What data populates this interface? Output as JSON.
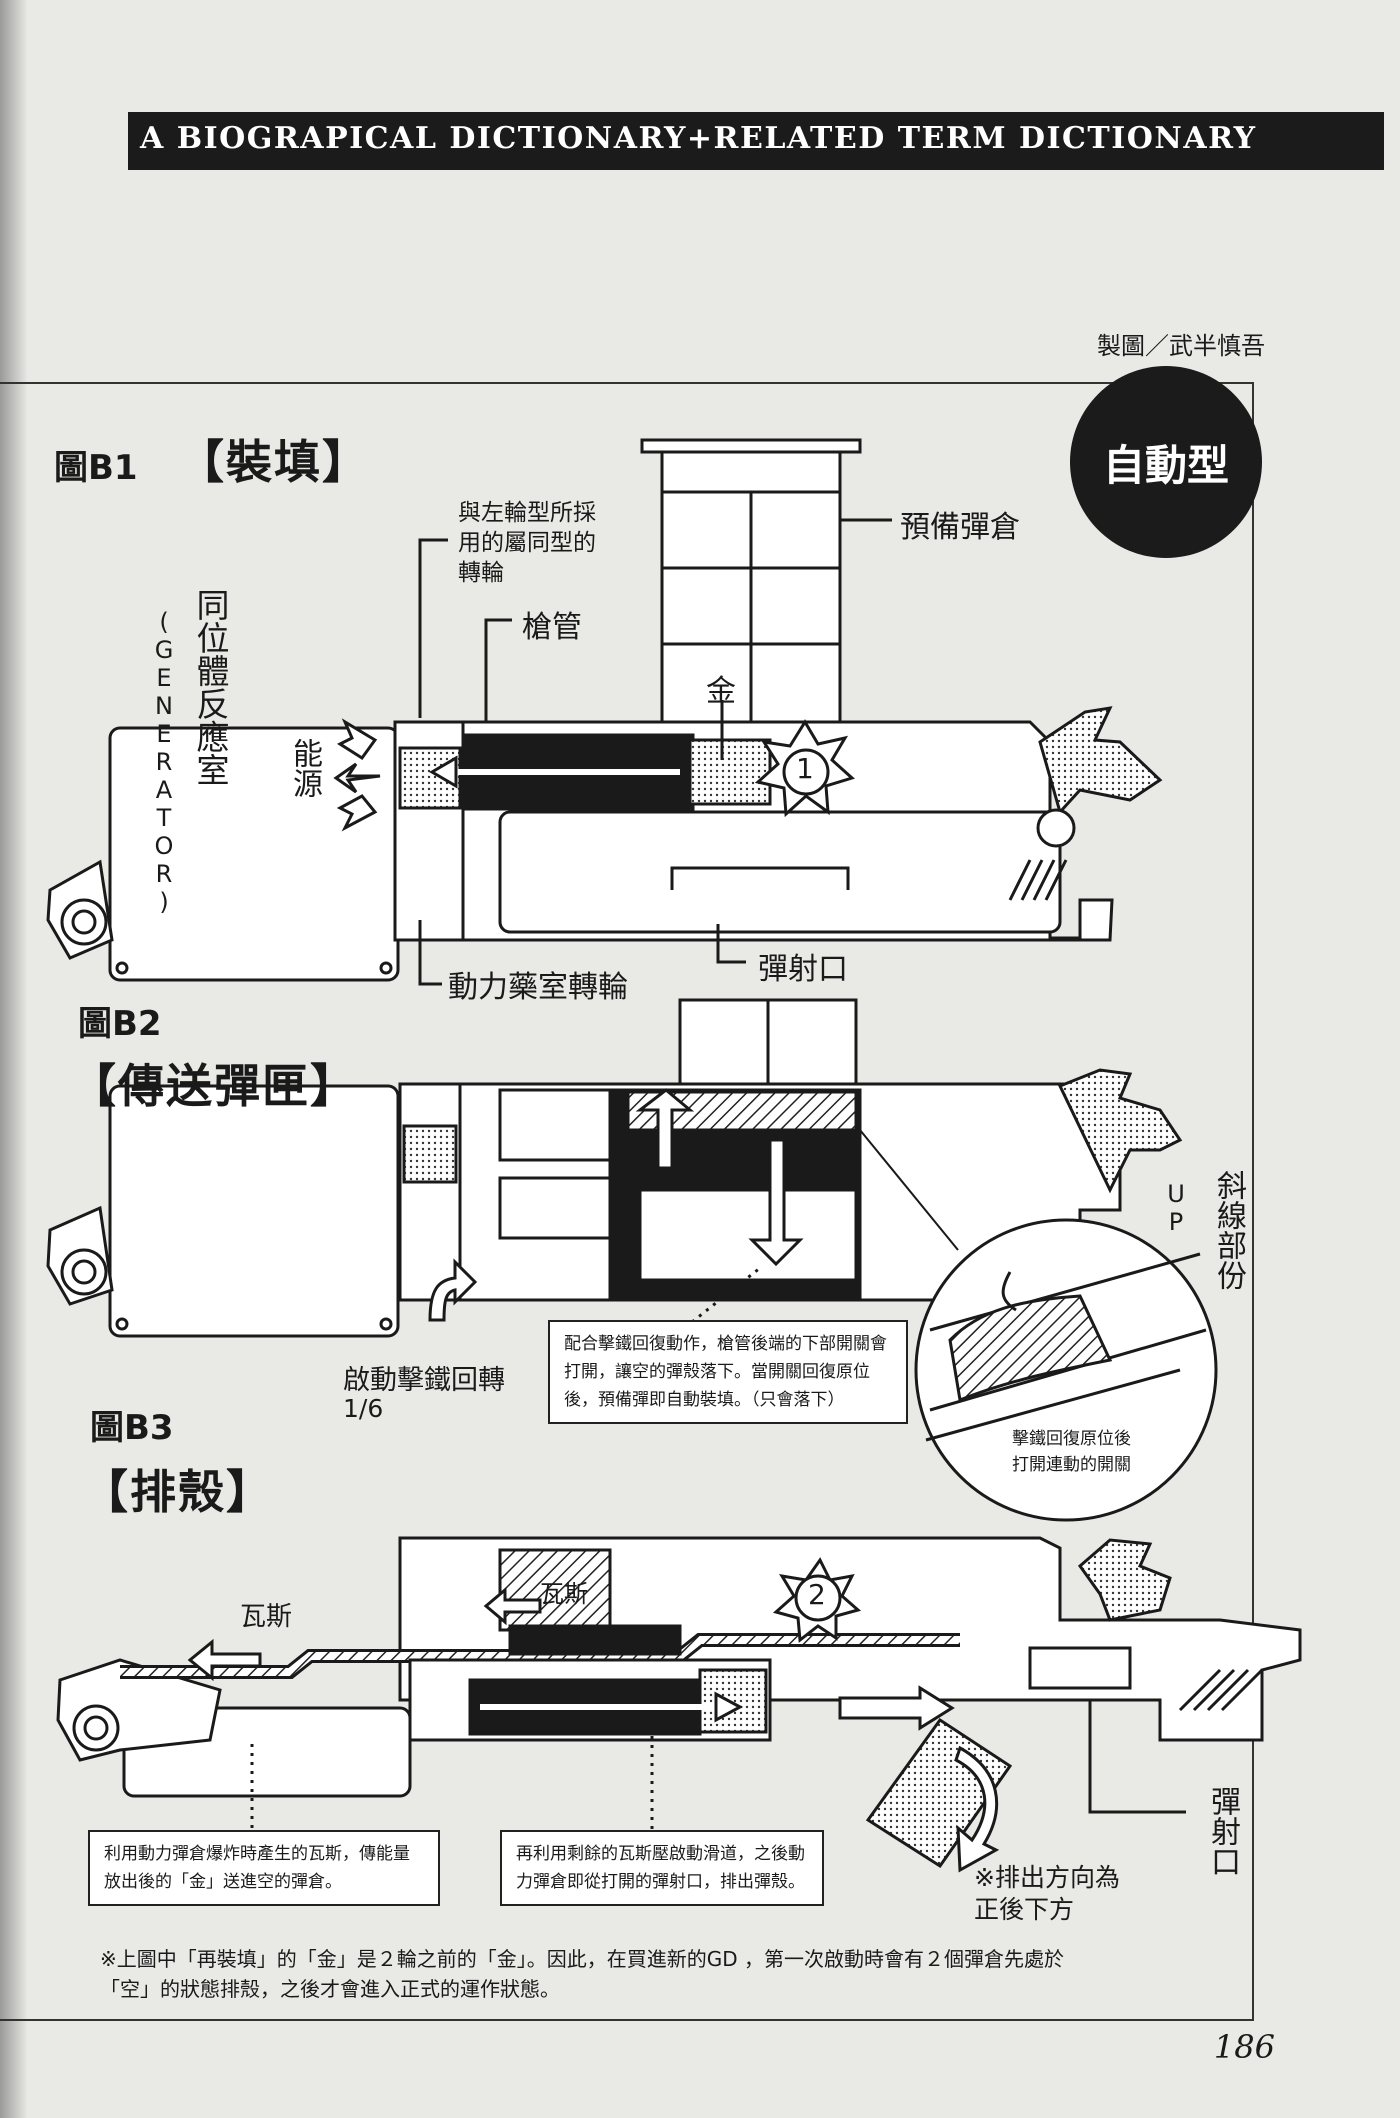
{
  "header": {
    "title": "A BIOGRAPICAL DICTIONARY+RELATED TERM DICTIONARY"
  },
  "credit": "製圖／武半慎吾",
  "mode": "自動型",
  "figures": [
    {
      "id": "圖B1",
      "section": "【裝填】"
    },
    {
      "id": "圖B2",
      "section": "【傳送彈匣】"
    },
    {
      "id": "圖B3",
      "section": "【排殼】"
    }
  ],
  "labels": {
    "same_wheel_l1": "與左輪型所採",
    "same_wheel_l2": "用的屬同型的",
    "same_wheel_l3": "轉輪",
    "reserve_magazine": "預備彈倉",
    "gun_barrel": "槍管",
    "kin": "金",
    "generator": "同位體反應室",
    "generator_en": "(GENERATOR)",
    "energy": "能源",
    "power_chamber_wheel": "動力藥室轉輪",
    "ejection_port": "彈射口",
    "hatched_part": "斜線部份",
    "up": "UP",
    "trigger_rotate": "啟動擊鐵回轉",
    "fraction": "1/6",
    "gas_left": "瓦斯",
    "gas_mid": "瓦斯",
    "ejection_port_b3": "彈射口",
    "eject_direction_l1": "※排出方向為",
    "eject_direction_l2": "正後下方",
    "marker1": "1",
    "marker2": "2"
  },
  "notes": {
    "b2_box": "配合擊鐵回復動作，槍管後端的下部開關會打開，讓空的彈殼落下。當開關回復原位後，預備彈即自動裝填。（只會落下）",
    "b2_circle_l1": "擊鐵回復原位後",
    "b2_circle_l2": "打開連動的開關",
    "b3_box1": "利用動力彈倉爆炸時產生的瓦斯，傳能量放出後的「金」送進空的彈倉。",
    "b3_box2": "再利用剩餘的瓦斯壓啟動滑道，之後動力彈倉即從打開的彈射口，排出彈殼。"
  },
  "footnote": "※上圖中「再裝填」的「金」是２輪之前的「金」。因此，在買進新的GD ，第一次啟動時會有２個彈倉先處於「空」的狀態排殼，之後才會進入正式的運作狀態。",
  "page_number": "186"
}
